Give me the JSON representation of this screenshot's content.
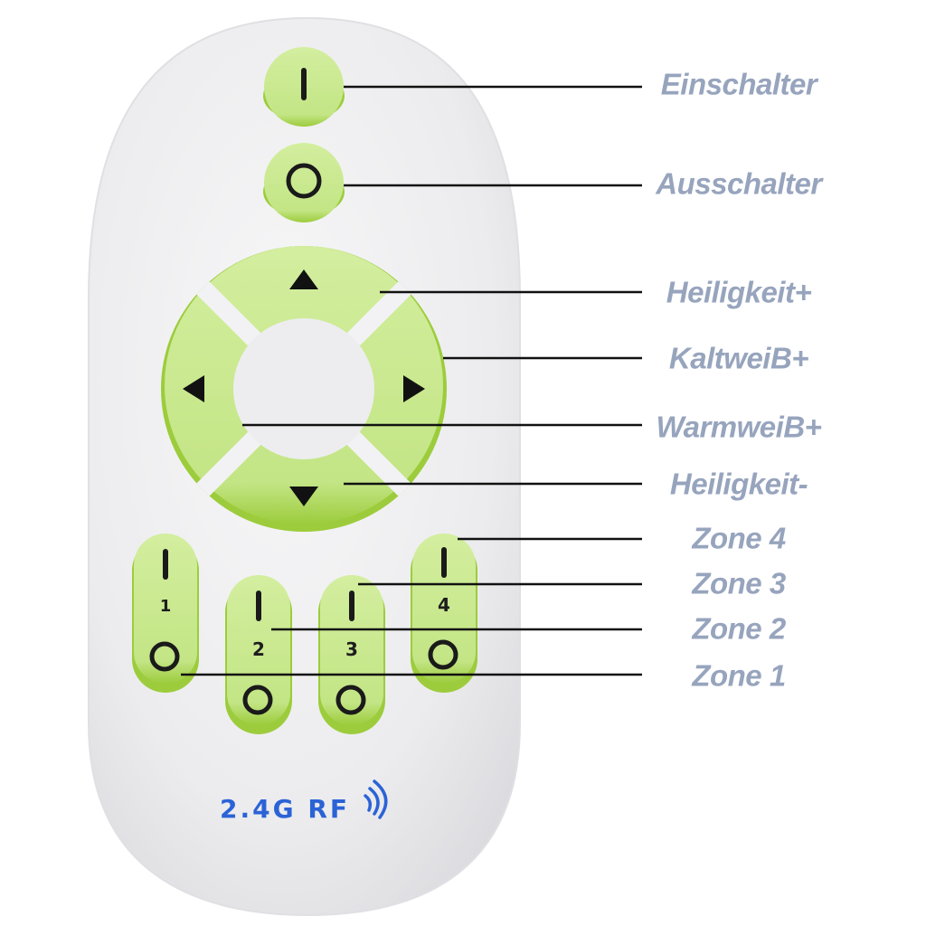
{
  "colors": {
    "button_green": "#c6e88a",
    "button_green_rim": "#9ccc3c",
    "remote_body": "#ececee",
    "label": "#97a4bd",
    "brand_blue": "#2b63d6"
  },
  "remote": {
    "brand_text": "2.4G RF",
    "brand_icon": "wifi-signal-icon",
    "zones": [
      {
        "number": "1"
      },
      {
        "number": "2"
      },
      {
        "number": "3"
      },
      {
        "number": "4"
      }
    ]
  },
  "callouts": [
    {
      "id": "power-on",
      "label": "Einschalter"
    },
    {
      "id": "power-off",
      "label": "Ausschalter"
    },
    {
      "id": "brightness-up",
      "label": "Heiligkeit+"
    },
    {
      "id": "cool-white",
      "label": "KaltweiB+"
    },
    {
      "id": "warm-white",
      "label": "WarmweiB+"
    },
    {
      "id": "brightness-down",
      "label": "Heiligkeit-"
    },
    {
      "id": "zone-4",
      "label": "Zone 4"
    },
    {
      "id": "zone-3",
      "label": "Zone 3"
    },
    {
      "id": "zone-2",
      "label": "Zone 2"
    },
    {
      "id": "zone-1",
      "label": "Zone 1"
    }
  ]
}
